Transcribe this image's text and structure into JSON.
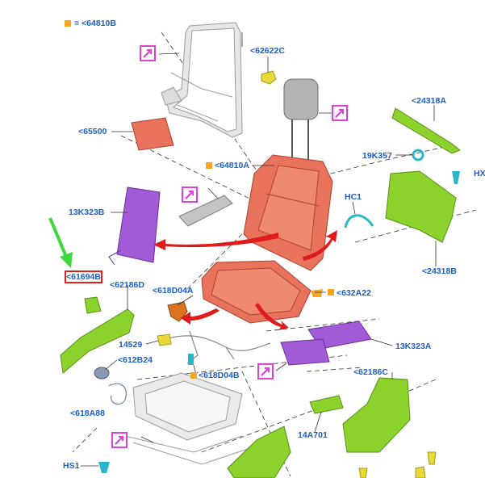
{
  "legend": {
    "text": "= <64810B",
    "color": "#f6a623"
  },
  "labels": {
    "p62622C": "<62622C",
    "p65500": "<65500",
    "p24318A": "<24318A",
    "p19K357": "19K357",
    "pHX": "HX",
    "p64810A": "<64810A",
    "pHC1": "HC1",
    "p13K323B": "13K323B",
    "p24318B": "<24318B",
    "p61694B": "<61694B",
    "p62186D": "<62186D",
    "p618D04A": "<618D04A",
    "p632A22": "<632A22",
    "p14529": "14529",
    "p612B24": "<612B24",
    "p618D04B": "<618D04B",
    "p13K323A": "13K323A",
    "p62186C": "<62186C",
    "p618A88": "<618A88",
    "p14A701": "14A701",
    "pHS1": "HS1"
  },
  "colors": {
    "frame": "#d6d6d6",
    "headrest": "#b3b3b3",
    "cushion": "#e8735a",
    "cushion_dark": "#c9503a",
    "purple_pad": "#a25ad6",
    "green_part": "#8bd22c",
    "orange_part": "#d9731f",
    "yellow_part": "#e8d83a",
    "cyan_part": "#2ab6c9",
    "arrow_red": "#e01b1b",
    "arrow_green": "#3fd83a",
    "ref_icon": "#e23fd6",
    "label_blue": "#1a5fc9",
    "highlight_red": "#e0201b"
  },
  "icons": [
    "reference-arrow-icon",
    "direction-arrow-icon",
    "pointer-arrow-icon"
  ]
}
